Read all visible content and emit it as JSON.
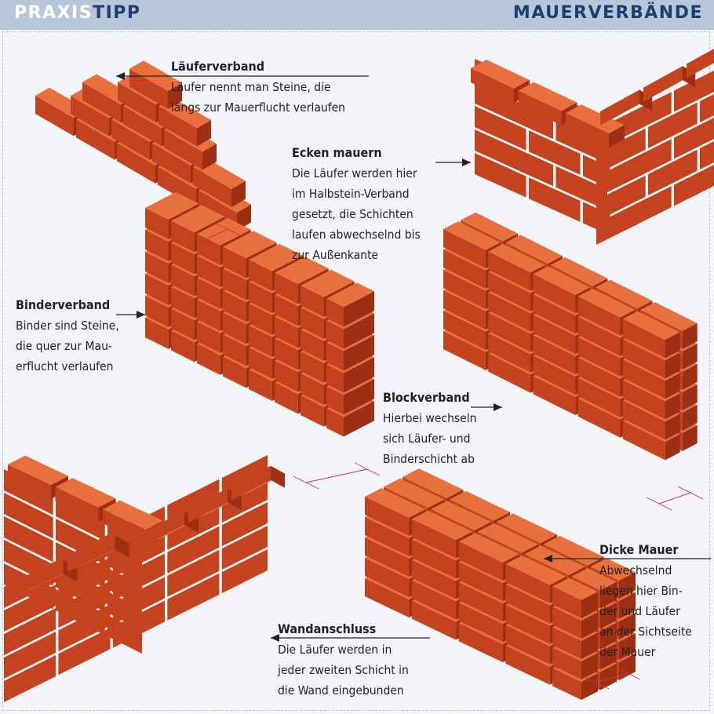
{
  "header": {
    "brand_a": "PRAXIS",
    "brand_b": "TIPP",
    "topic": "MAUERVERBÄNDE"
  },
  "colors": {
    "brick": "#c4431e",
    "brick_top": "#e8703f",
    "brick_side": "#9c2f14",
    "mortar": "#ececec",
    "header_bg": "#b7c6d8",
    "header_text": "#1d3f6e",
    "dimension": "#d0303e"
  },
  "items": [
    {
      "title": "Läuferverband",
      "lines": [
        "Läufer nennt man Steine, die",
        "längs zur Mauerflucht verlaufen"
      ]
    },
    {
      "title": "Ecken mauern",
      "lines": [
        "Die Läufer werden hier",
        "im Halbstein-Verband",
        "gesetzt, die Schichten",
        "laufen abwechselnd bis",
        "zur Außenkante"
      ]
    },
    {
      "title": "Binderverband",
      "lines": [
        "Binder sind Steine,",
        "die quer zur Mau-",
        "erflucht verlaufen"
      ]
    },
    {
      "title": "Blockverband",
      "lines": [
        "Hierbei wechseln",
        "sich Läufer- und",
        "Binderschicht ab"
      ]
    },
    {
      "title": "Dicke Mauer",
      "lines": [
        "Abwechselnd",
        "liegen hier Bin-",
        "der und Läufer",
        "an der Sichtseite",
        "der Mauer"
      ]
    },
    {
      "title": "Wandanschluss",
      "lines": [
        "Die Läufer werden in",
        "jeder zweiten Schicht in",
        "die Wand eingebunden"
      ]
    }
  ]
}
